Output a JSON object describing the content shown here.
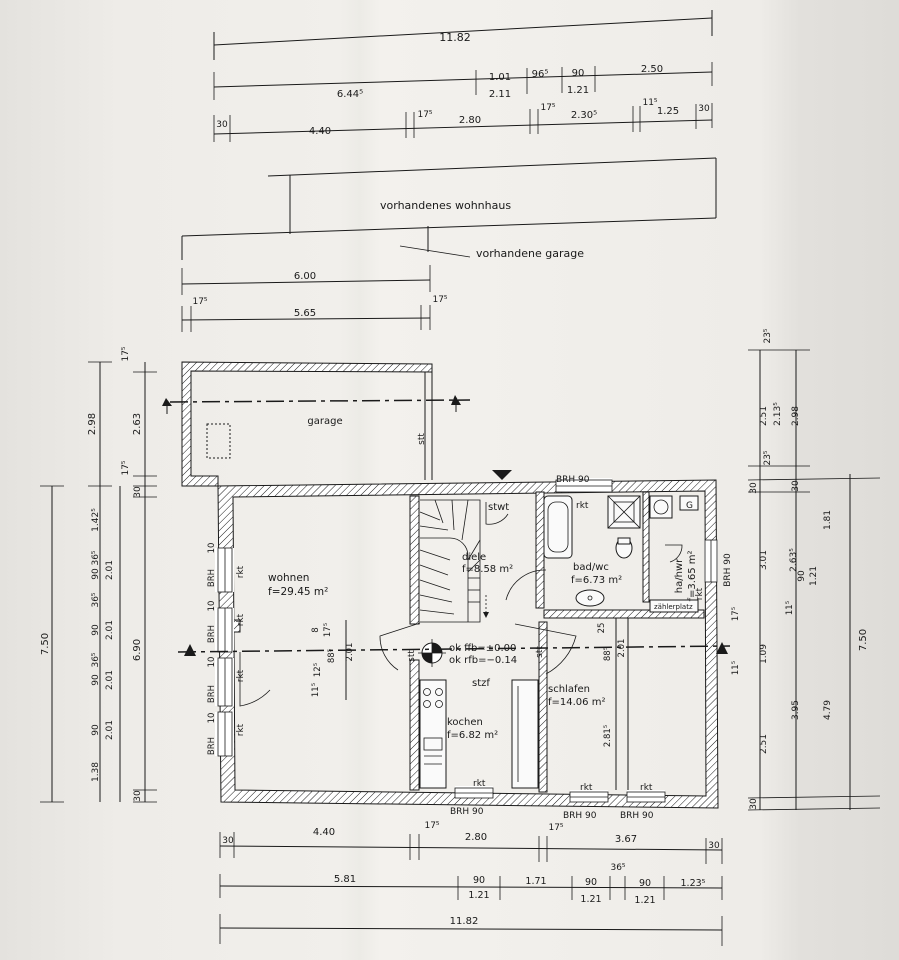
{
  "labels": {
    "existing_house": "vorhandenes wohnhaus",
    "existing_garage": "vorhandene garage"
  },
  "rooms": {
    "garage": {
      "name": "garage"
    },
    "wohnen": {
      "name": "wohnen",
      "area": "f=29.45 m²"
    },
    "diele": {
      "name": "diele",
      "area": "f=8.58 m²"
    },
    "bad": {
      "name": "bad/wc",
      "area": "f=6.73 m²"
    },
    "ha": {
      "name": "ha/hwr",
      "area": "f=3.65 m²"
    },
    "kochen": {
      "name": "kochen",
      "area": "f=6.82 m²"
    },
    "schlafen": {
      "name": "schlafen",
      "area": "f=14.06 m²"
    }
  },
  "annotations": {
    "stwt": "stwt",
    "stzf": "stzf",
    "stt": "stt",
    "rkt": "rkt",
    "brh90": "BRH 90",
    "brh": "BRH",
    "zaehlerplatz": "zählerplatz",
    "g": "G",
    "level_ffb": "ok ffb=±0.00",
    "level_rfb": "ok rfb=−0.14"
  },
  "dims_top": {
    "total": "11.82",
    "r2": [
      "6.44⁵",
      "1.01",
      "96⁵",
      "90",
      "2.50",
      "2.11",
      "1.21"
    ],
    "r3": [
      "30",
      "4.40",
      "17⁵",
      "2.80",
      "17⁵",
      "2.30⁵",
      "11⁵",
      "1.25",
      "30"
    ],
    "garage_outer": "6.00",
    "garage_inner": "5.65",
    "garage_wall": "17⁵"
  },
  "dims_bottom": {
    "r1": [
      "30",
      "4.40",
      "17⁵",
      "2.80",
      "17⁵",
      "3.67",
      "30"
    ],
    "r2": [
      "5.81",
      "90",
      "1.71",
      "90",
      "36⁵",
      "90",
      "1.23⁵",
      "1.21",
      "1.21",
      "1.21"
    ],
    "total": "11.82"
  },
  "dims_left": {
    "outer": [
      "7.50",
      "6.90",
      "2.98",
      "2.63",
      "17⁵"
    ],
    "wall": "30",
    "chain": [
      "1.42⁵",
      "36⁵",
      "90",
      "2.01",
      "36⁵",
      "90",
      "2.01",
      "36⁵",
      "90",
      "2.01",
      "90",
      "2.01",
      "1.38",
      "30",
      "17⁵"
    ],
    "brh": [
      "10",
      "10",
      "10",
      "10"
    ],
    "inner": [
      "8",
      "17⁵",
      "88⁵",
      "2.01",
      "12⁵",
      "11⁵"
    ]
  },
  "dims_right": {
    "outer": [
      "7.50",
      "2.98",
      "2.51",
      "2.13⁵",
      "23⁵",
      "23⁵",
      "3.01",
      "1.09",
      "2.51",
      "30",
      "30"
    ],
    "chain": [
      "1.81",
      "90",
      "1.21",
      "2.63⁵",
      "11⁵",
      "3.95",
      "4.79",
      "30",
      "17⁵",
      "11⁵"
    ],
    "inner": [
      "25",
      "2.01",
      "88⁵",
      "2.81⁵"
    ]
  }
}
